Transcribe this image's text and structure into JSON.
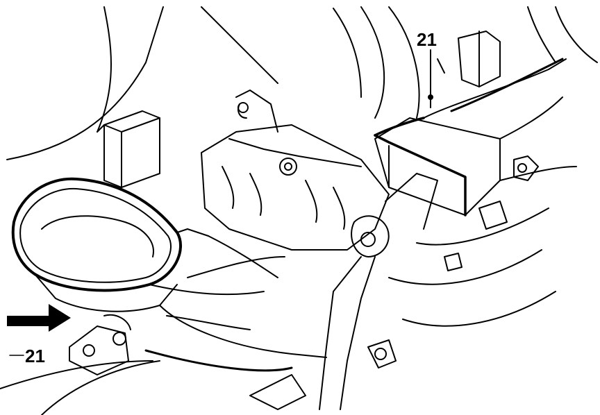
{
  "diagram": {
    "callouts": [
      {
        "id": "callout-top",
        "text": "21"
      },
      {
        "id": "callout-bottom",
        "text": "21"
      }
    ],
    "colors": {
      "line": "#000000",
      "background": "#ffffff"
    }
  }
}
